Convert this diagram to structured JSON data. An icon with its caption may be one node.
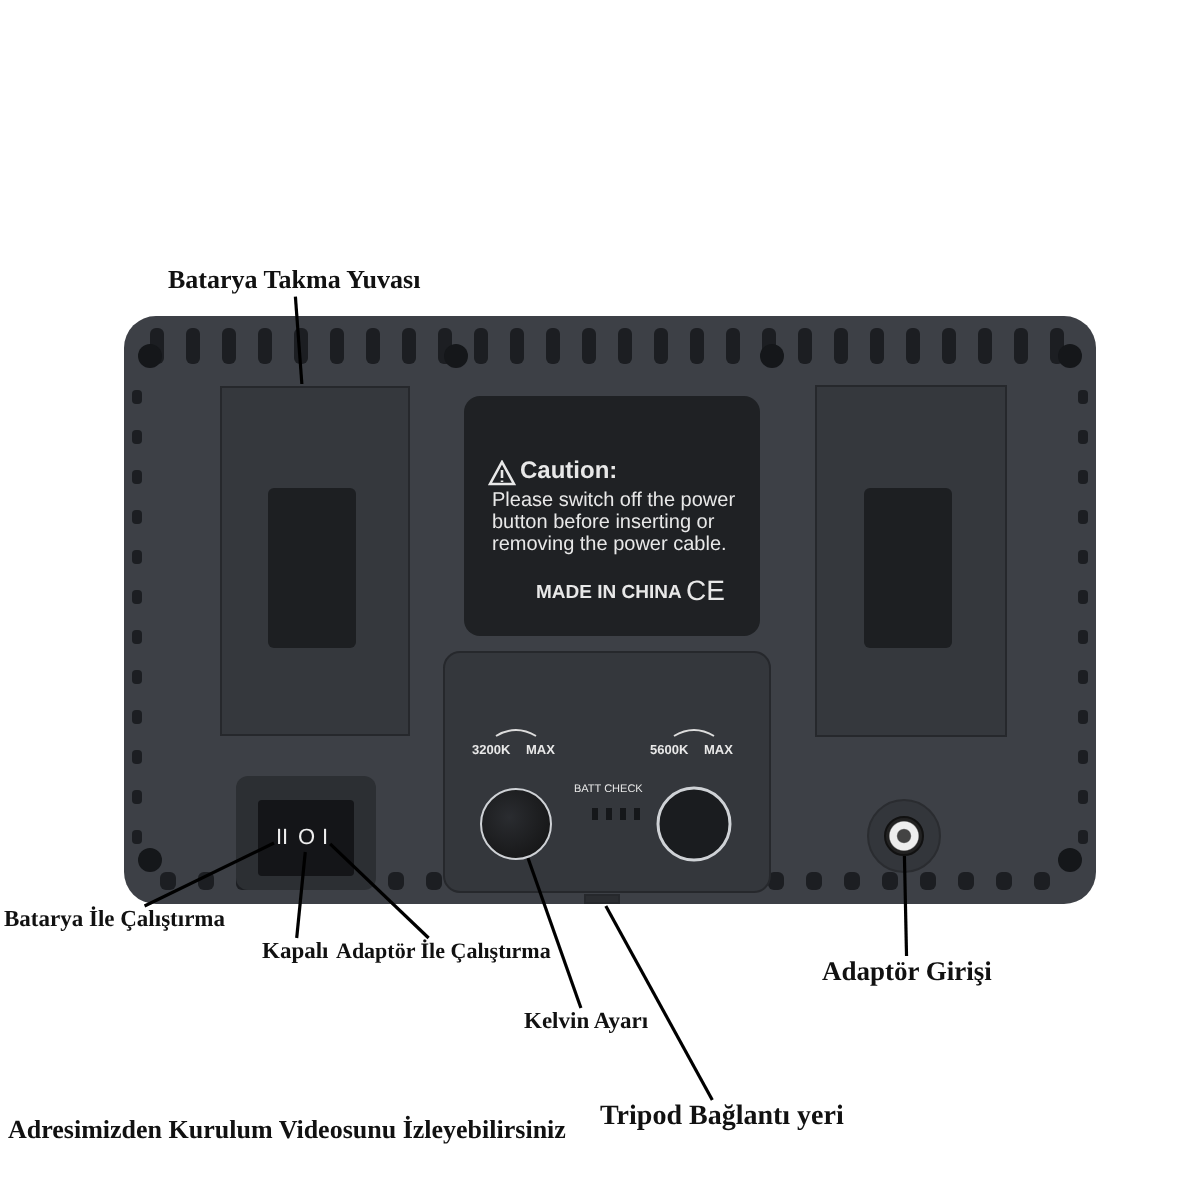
{
  "diagram": {
    "nodes": [
      {
        "text": [
          "Batarya Takma Yuvası"
        ]
      },
      {
        "text": [],
        "shape": "box"
      },
      {
        "text": [
          "Batarya İle Çalıştırma"
        ]
      },
      {
        "text": [
          "Kapalı"
        ]
      },
      {
        "text": [
          "Adaptör İle Çalıştırma"
        ]
      },
      {
        "text": [
          "II"
        ]
      },
      {
        "text": [
          "O"
        ]
      },
      {
        "text": [
          "I"
        ]
      },
      {
        "text": [
          "Kelvin Ayarı"
        ]
      },
      {
        "text": [],
        "shape": "circle"
      },
      {
        "text": [
          "Adaptör Girişi"
        ]
      },
      {
        "text": [],
        "shape": "circle"
      },
      {
        "text": [
          "Tripod Bağlantı yeri"
        ]
      },
      {
        "text": [],
        "shape": "box"
      }
    ],
    "edges": [
      {
        "from": 0,
        "to": 1,
        "arrow": "none"
      },
      {
        "from": 2,
        "to": 5,
        "arrow": "none"
      },
      {
        "from": 3,
        "to": 6,
        "arrow": "none"
      },
      {
        "from": 4,
        "to": 7,
        "arrow": "none"
      },
      {
        "from": 8,
        "to": 9,
        "arrow": "none"
      },
      {
        "from": 10,
        "to": 11,
        "arrow": "none"
      },
      {
        "from": 12,
        "to": 13,
        "arrow": "none"
      }
    ],
    "labels": [
      "Caution:",
      "Please switch off the power button before inserting or removing the power cable.",
      "MADE IN CHINA",
      "CE",
      "3200K",
      "MAX",
      "5600K",
      "MAX",
      "BATT CHECK",
      "Adresimizden Kurulum Videosunu İzleyebilirsiniz"
    ]
  }
}
